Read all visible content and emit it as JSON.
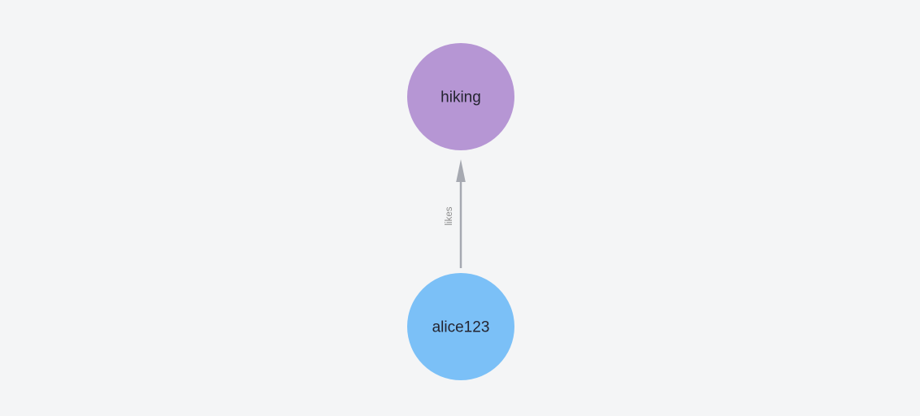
{
  "canvas": {
    "background": "#f4f5f6"
  },
  "graph": {
    "nodes": [
      {
        "id": "hiking",
        "label": "hiking",
        "color": "#b696d4",
        "text_color": "#242430"
      },
      {
        "id": "alice123",
        "label": "alice123",
        "color": "#7bc0f7",
        "text_color": "#242430"
      }
    ],
    "edges": [
      {
        "label": "likes",
        "from": "alice123",
        "to": "hiking",
        "color": "#a6a9b1",
        "label_color": "#8c8c8c"
      }
    ]
  }
}
